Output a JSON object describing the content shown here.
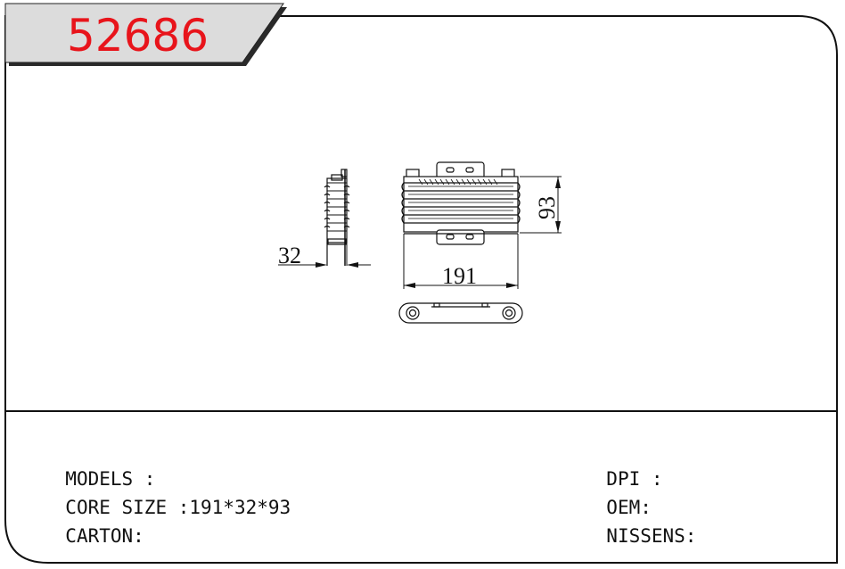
{
  "header": {
    "part_number": "52686",
    "part_number_color": "#e8141b"
  },
  "drawing": {
    "dim_thickness": "32",
    "dim_width": "191",
    "dim_height": "93"
  },
  "specs_left": [
    {
      "label": "MODELS :",
      "value": ""
    },
    {
      "label": "CORE SIZE :",
      "value": "191*32*93"
    },
    {
      "label": "CARTON:",
      "value": ""
    }
  ],
  "specs_right": [
    {
      "label": "DPI :",
      "value": ""
    },
    {
      "label": "OEM:",
      "value": ""
    },
    {
      "label": "NISSENS:",
      "value": ""
    }
  ]
}
